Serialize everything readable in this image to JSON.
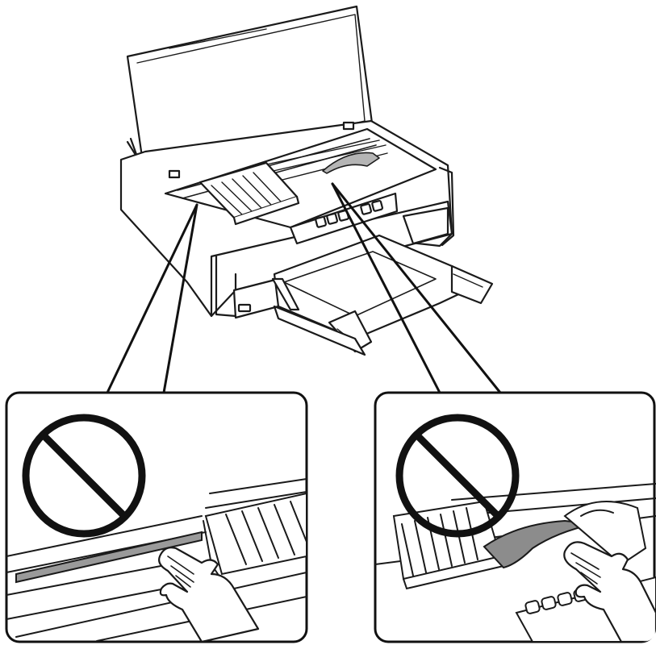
{
  "figure": {
    "subject": "printer-with-open-cover",
    "callouts": [
      {
        "icon": "prohibition-icon",
        "depicts": "hand-touching-flat-cable"
      },
      {
        "icon": "prohibition-icon",
        "depicts": "hand-touching-translucent-part"
      }
    ]
  },
  "colors": {
    "line": "#1a1a1a",
    "callout_border": "#111111",
    "translucent_part": "#8c8c8c",
    "skin_line": "#1a1a1a",
    "background": "#ffffff"
  }
}
